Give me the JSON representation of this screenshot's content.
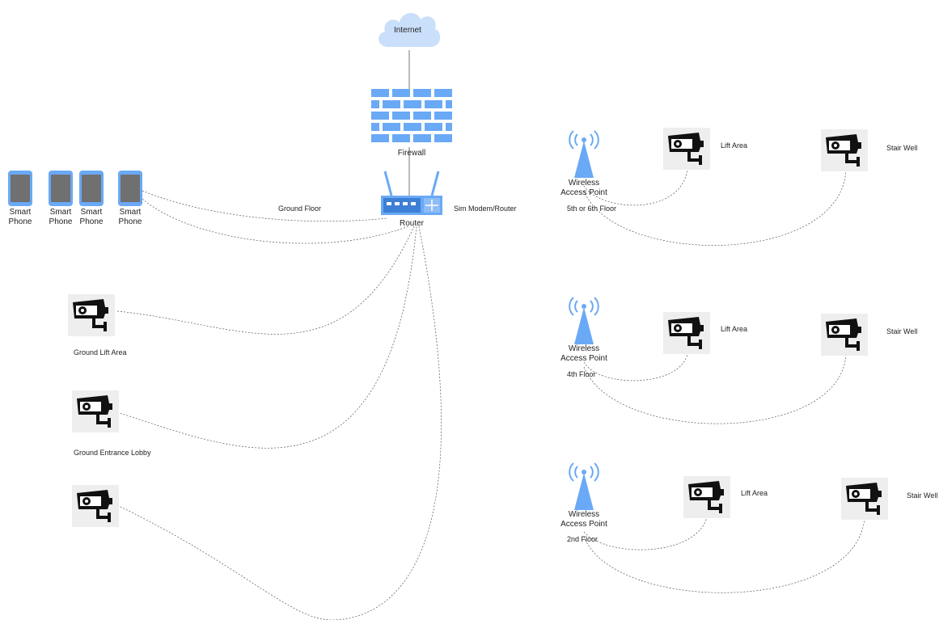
{
  "internet": {
    "label": "Internet"
  },
  "firewall": {
    "label": "Firewall"
  },
  "router": {
    "label": "Router",
    "side_label": "Sim Modem/Router"
  },
  "ground_floor_label": "Ground Floor",
  "phones": [
    {
      "label": "Smart Phone"
    },
    {
      "label": "Smart Phone"
    },
    {
      "label": "Smart Phone"
    },
    {
      "label": "Smart Phone"
    }
  ],
  "ground_cameras": [
    {
      "label": "Ground Lift Area"
    },
    {
      "label": "Ground Entrance Lobby"
    },
    {
      "label": ""
    }
  ],
  "floors": [
    {
      "ap_label": "Wireless Access Point",
      "floor_label": "5th or 6th  Floor",
      "cam1_label": "Lift Area",
      "cam2_label": "Stair Well"
    },
    {
      "ap_label": "Wireless Access Point",
      "floor_label": "4th Floor",
      "cam1_label": "Lift Area",
      "cam2_label": "Stair Well"
    },
    {
      "ap_label": "Wireless Access Point",
      "floor_label": "2nd  Floor",
      "cam1_label": "Lift Area",
      "cam2_label": "Stair Well"
    }
  ],
  "colors": {
    "device_blue": "#6aa9f5",
    "device_dark": "#3d7fd6",
    "cloud": "#c9dffa",
    "camera_bg": "#eeeeee",
    "link": "#555555"
  },
  "icons": [
    "cloud-icon",
    "firewall-brick-icon",
    "router-icon",
    "smartphone-icon",
    "cctv-camera-icon",
    "antenna-tower-icon"
  ]
}
